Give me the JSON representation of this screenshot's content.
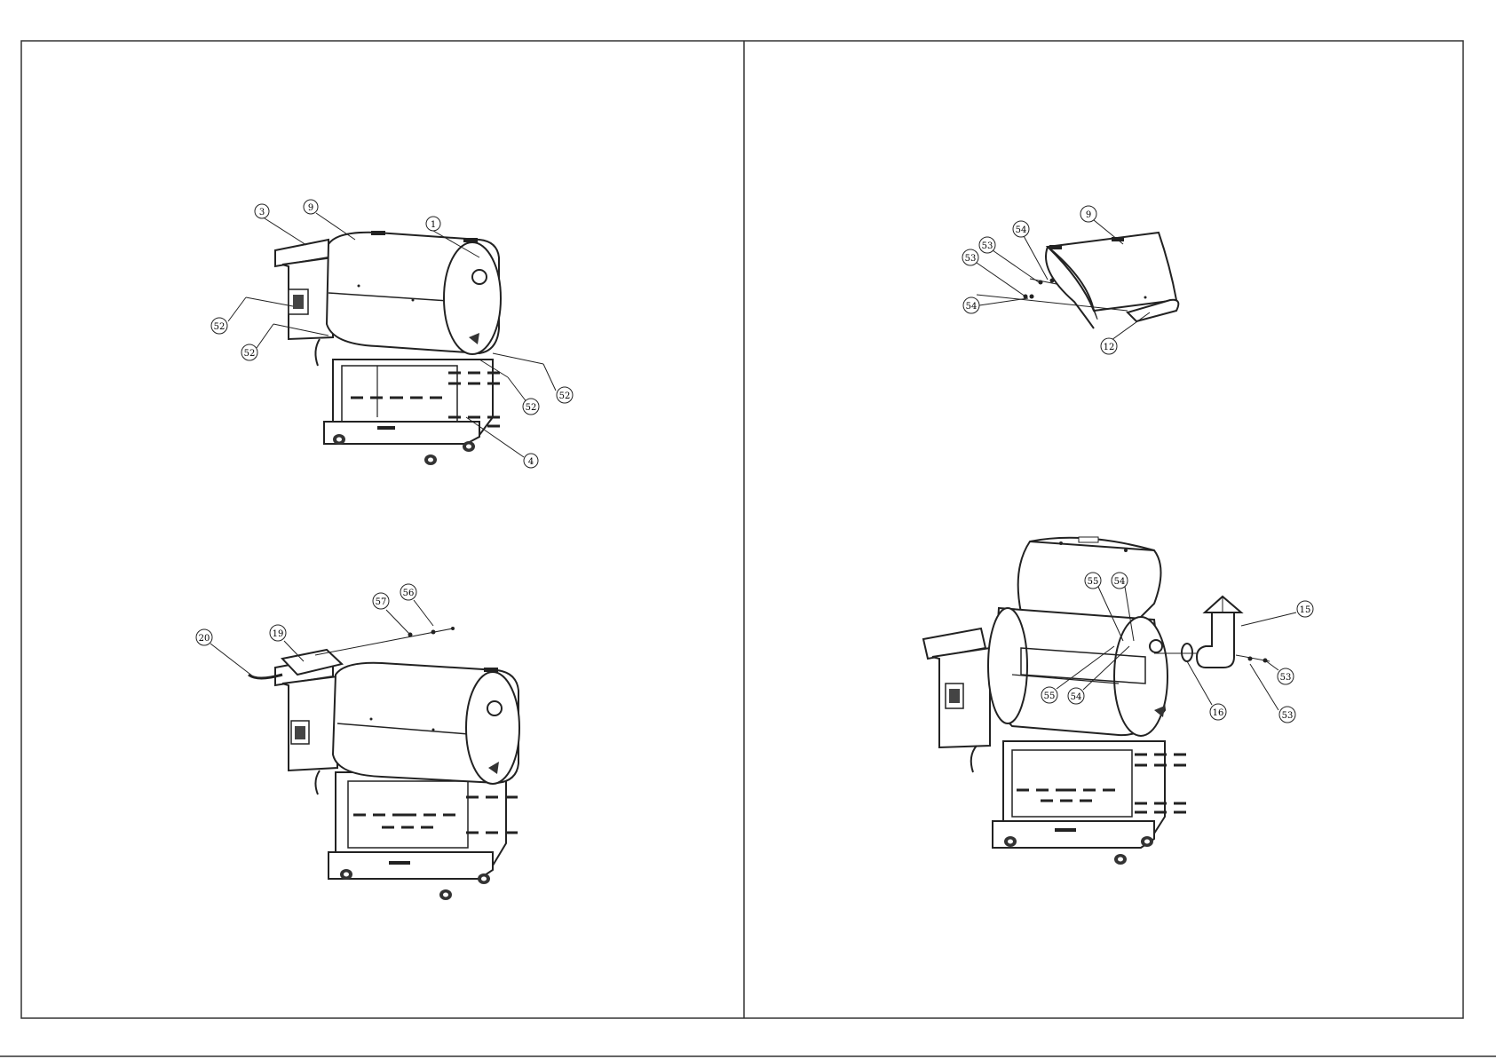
{
  "panels": {
    "top_left": {
      "callouts": [
        "3",
        "9",
        "1",
        "52",
        "52",
        "52",
        "52",
        "4"
      ]
    },
    "bottom_left": {
      "callouts": [
        "20",
        "19",
        "57",
        "56"
      ]
    },
    "top_right": {
      "callouts": [
        "9",
        "54",
        "53",
        "53",
        "54",
        "12"
      ]
    },
    "bottom_right": {
      "callouts": [
        "55",
        "54",
        "15",
        "55",
        "54",
        "16",
        "53",
        "53"
      ]
    }
  }
}
